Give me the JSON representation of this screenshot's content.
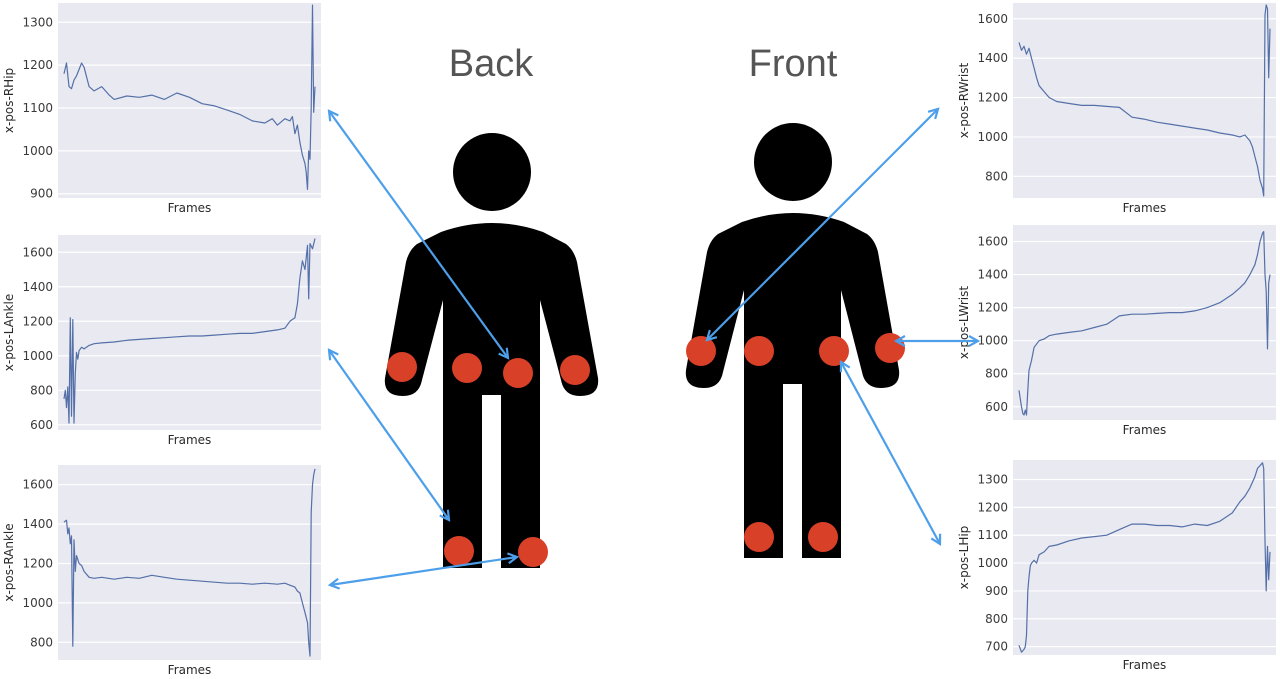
{
  "views": {
    "back": "Back",
    "front": "Front"
  },
  "colors": {
    "plot_bg": "#e8e9f1",
    "series": "#5570a8",
    "joint": "#d94028",
    "arrow": "#4d9fea",
    "silhouette": "#000000"
  },
  "chart_data": [
    {
      "id": "rhip",
      "type": "line",
      "xlabel": "Frames",
      "ylabel": "x-pos-RHip",
      "ylim": [
        890,
        1345
      ],
      "yticks": [
        900,
        1000,
        1100,
        1200,
        1300
      ],
      "x": [
        0,
        0.01,
        0.02,
        0.03,
        0.04,
        0.05,
        0.07,
        0.08,
        0.1,
        0.12,
        0.15,
        0.18,
        0.2,
        0.25,
        0.3,
        0.35,
        0.4,
        0.45,
        0.5,
        0.55,
        0.6,
        0.65,
        0.7,
        0.75,
        0.8,
        0.83,
        0.85,
        0.88,
        0.9,
        0.91,
        0.92,
        0.93,
        0.94,
        0.95,
        0.96,
        0.965,
        0.97,
        0.975,
        0.98,
        0.985,
        0.99,
        0.995,
        1.0
      ],
      "y": [
        1180,
        1205,
        1150,
        1145,
        1165,
        1175,
        1205,
        1195,
        1150,
        1140,
        1150,
        1130,
        1120,
        1128,
        1125,
        1130,
        1120,
        1135,
        1125,
        1110,
        1105,
        1095,
        1085,
        1070,
        1065,
        1075,
        1060,
        1075,
        1070,
        1080,
        1040,
        1060,
        1020,
        990,
        970,
        950,
        910,
        1000,
        980,
        1100,
        1340,
        1090,
        1150
      ]
    },
    {
      "id": "lankle",
      "type": "line",
      "xlabel": "Frames",
      "ylabel": "x-pos-LAnkle",
      "ylim": [
        570,
        1700
      ],
      "yticks": [
        600,
        800,
        1000,
        1200,
        1400,
        1600
      ],
      "x": [
        0,
        0.005,
        0.01,
        0.015,
        0.02,
        0.025,
        0.03,
        0.035,
        0.04,
        0.045,
        0.05,
        0.055,
        0.06,
        0.07,
        0.08,
        0.1,
        0.12,
        0.15,
        0.2,
        0.25,
        0.3,
        0.35,
        0.4,
        0.45,
        0.5,
        0.55,
        0.6,
        0.65,
        0.7,
        0.75,
        0.8,
        0.85,
        0.88,
        0.9,
        0.92,
        0.93,
        0.94,
        0.95,
        0.96,
        0.97,
        0.975,
        0.98,
        0.99,
        1.0
      ],
      "y": [
        750,
        800,
        700,
        820,
        610,
        1220,
        650,
        1210,
        610,
        900,
        1020,
        980,
        1030,
        1050,
        1040,
        1060,
        1070,
        1075,
        1080,
        1090,
        1095,
        1100,
        1105,
        1110,
        1115,
        1115,
        1120,
        1125,
        1130,
        1130,
        1140,
        1150,
        1160,
        1200,
        1220,
        1300,
        1450,
        1550,
        1500,
        1640,
        1330,
        1650,
        1620,
        1680
      ]
    },
    {
      "id": "rankle",
      "type": "line",
      "xlabel": "Frames",
      "ylabel": "x-pos-RAnkle",
      "ylim": [
        710,
        1700
      ],
      "yticks": [
        800,
        1000,
        1200,
        1400,
        1600
      ],
      "x": [
        0,
        0.01,
        0.015,
        0.02,
        0.025,
        0.03,
        0.035,
        0.04,
        0.045,
        0.05,
        0.055,
        0.06,
        0.07,
        0.08,
        0.1,
        0.12,
        0.15,
        0.2,
        0.25,
        0.3,
        0.35,
        0.4,
        0.45,
        0.5,
        0.55,
        0.6,
        0.65,
        0.7,
        0.75,
        0.8,
        0.85,
        0.88,
        0.9,
        0.92,
        0.93,
        0.94,
        0.95,
        0.96,
        0.97,
        0.975,
        0.98,
        0.985,
        0.99,
        0.995,
        1.0
      ],
      "y": [
        1410,
        1420,
        1350,
        1380,
        1300,
        1340,
        780,
        1320,
        1160,
        1240,
        1220,
        1200,
        1190,
        1160,
        1130,
        1125,
        1130,
        1120,
        1130,
        1125,
        1140,
        1130,
        1120,
        1115,
        1110,
        1105,
        1100,
        1100,
        1095,
        1100,
        1095,
        1100,
        1090,
        1080,
        1060,
        1050,
        1000,
        950,
        900,
        800,
        730,
        1460,
        1600,
        1650,
        1680
      ]
    },
    {
      "id": "rwrist",
      "type": "line",
      "xlabel": "Frames",
      "ylabel": "x-pos-RWrist",
      "ylim": [
        690,
        1680
      ],
      "yticks": [
        800,
        1000,
        1200,
        1400,
        1600
      ],
      "x": [
        0,
        0.01,
        0.02,
        0.03,
        0.04,
        0.05,
        0.06,
        0.07,
        0.08,
        0.1,
        0.12,
        0.15,
        0.2,
        0.25,
        0.3,
        0.35,
        0.4,
        0.45,
        0.5,
        0.55,
        0.6,
        0.65,
        0.7,
        0.75,
        0.8,
        0.85,
        0.88,
        0.9,
        0.92,
        0.93,
        0.94,
        0.95,
        0.96,
        0.965,
        0.97,
        0.975,
        0.98,
        0.985,
        0.99,
        0.995,
        1.0
      ],
      "y": [
        1480,
        1440,
        1460,
        1420,
        1450,
        1400,
        1350,
        1300,
        1260,
        1230,
        1200,
        1180,
        1170,
        1160,
        1160,
        1155,
        1150,
        1100,
        1090,
        1075,
        1065,
        1055,
        1045,
        1035,
        1020,
        1010,
        1000,
        1010,
        980,
        950,
        900,
        850,
        780,
        760,
        740,
        700,
        1620,
        1670,
        1650,
        1300,
        1550
      ]
    },
    {
      "id": "lwrist",
      "type": "line",
      "xlabel": "Frames",
      "ylabel": "x-pos-LWrist",
      "ylim": [
        520,
        1700
      ],
      "yticks": [
        600,
        800,
        1000,
        1200,
        1400,
        1600
      ],
      "x": [
        0,
        0.01,
        0.015,
        0.02,
        0.025,
        0.03,
        0.035,
        0.04,
        0.05,
        0.06,
        0.08,
        0.1,
        0.12,
        0.15,
        0.2,
        0.25,
        0.3,
        0.35,
        0.4,
        0.45,
        0.5,
        0.55,
        0.6,
        0.65,
        0.7,
        0.75,
        0.8,
        0.85,
        0.88,
        0.9,
        0.92,
        0.94,
        0.95,
        0.96,
        0.97,
        0.975,
        0.98,
        0.985,
        0.99,
        0.995,
        1.0
      ],
      "y": [
        700,
        600,
        560,
        550,
        580,
        550,
        700,
        820,
        880,
        960,
        1000,
        1010,
        1030,
        1040,
        1050,
        1060,
        1080,
        1100,
        1150,
        1160,
        1160,
        1165,
        1170,
        1170,
        1180,
        1200,
        1230,
        1280,
        1320,
        1350,
        1400,
        1460,
        1520,
        1600,
        1650,
        1660,
        1400,
        1300,
        950,
        1350,
        1400
      ]
    },
    {
      "id": "lhip",
      "type": "line",
      "xlabel": "Frames",
      "ylabel": "x-pos-LHip",
      "ylim": [
        670,
        1370
      ],
      "yticks": [
        700,
        800,
        900,
        1000,
        1100,
        1200,
        1300
      ],
      "x": [
        0,
        0.01,
        0.02,
        0.025,
        0.03,
        0.035,
        0.04,
        0.045,
        0.05,
        0.06,
        0.07,
        0.08,
        0.1,
        0.12,
        0.15,
        0.2,
        0.25,
        0.3,
        0.35,
        0.4,
        0.45,
        0.5,
        0.55,
        0.6,
        0.65,
        0.7,
        0.75,
        0.8,
        0.85,
        0.88,
        0.9,
        0.92,
        0.94,
        0.95,
        0.96,
        0.97,
        0.975,
        0.98,
        0.985,
        0.99,
        0.995,
        1.0
      ],
      "y": [
        705,
        680,
        690,
        700,
        740,
        900,
        950,
        990,
        1000,
        1010,
        1000,
        1030,
        1040,
        1060,
        1065,
        1080,
        1090,
        1095,
        1100,
        1120,
        1140,
        1140,
        1135,
        1135,
        1130,
        1140,
        1135,
        1150,
        1180,
        1220,
        1240,
        1270,
        1310,
        1340,
        1350,
        1360,
        1340,
        1080,
        900,
        1060,
        940,
        1040
      ]
    }
  ]
}
